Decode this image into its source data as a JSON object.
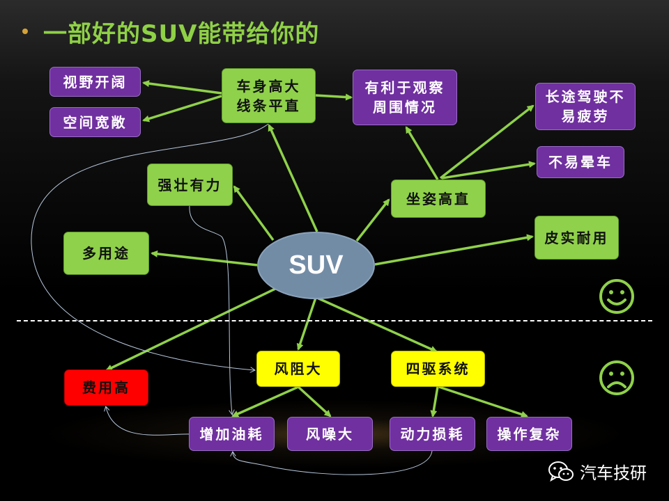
{
  "slide": {
    "title": "一部好的SUV能带给你的"
  },
  "center": {
    "label": "SUV"
  },
  "nodes": {
    "body_tall": "车身高大\n线条平直",
    "view_wide": "视野开阔",
    "space_wide": "空间宽敞",
    "observe": "有利于观察\n周围情况",
    "strong": "强壮有力",
    "multi_use": "多用途",
    "seat_upright": "坐姿高直",
    "long_drive": "长途驾驶不\n易疲劳",
    "no_carsick": "不易晕车",
    "durable": "皮实耐用",
    "cost_high": "费用高",
    "wind_resist": "风阻大",
    "awd": "四驱系统",
    "more_fuel": "增加油耗",
    "wind_noise": "风噪大",
    "power_loss": "动力损耗",
    "complex": "操作复杂"
  },
  "icons": {
    "happy": "smiley-icon",
    "sad": "frown-icon",
    "wechat": "wechat-icon"
  },
  "colors": {
    "green": "#8fd14a",
    "purple": "#7030a0",
    "yellow": "#ffff00",
    "red": "#ff0000",
    "arrow": "#8fd14a"
  },
  "watermark": {
    "text": "汽车技研"
  }
}
